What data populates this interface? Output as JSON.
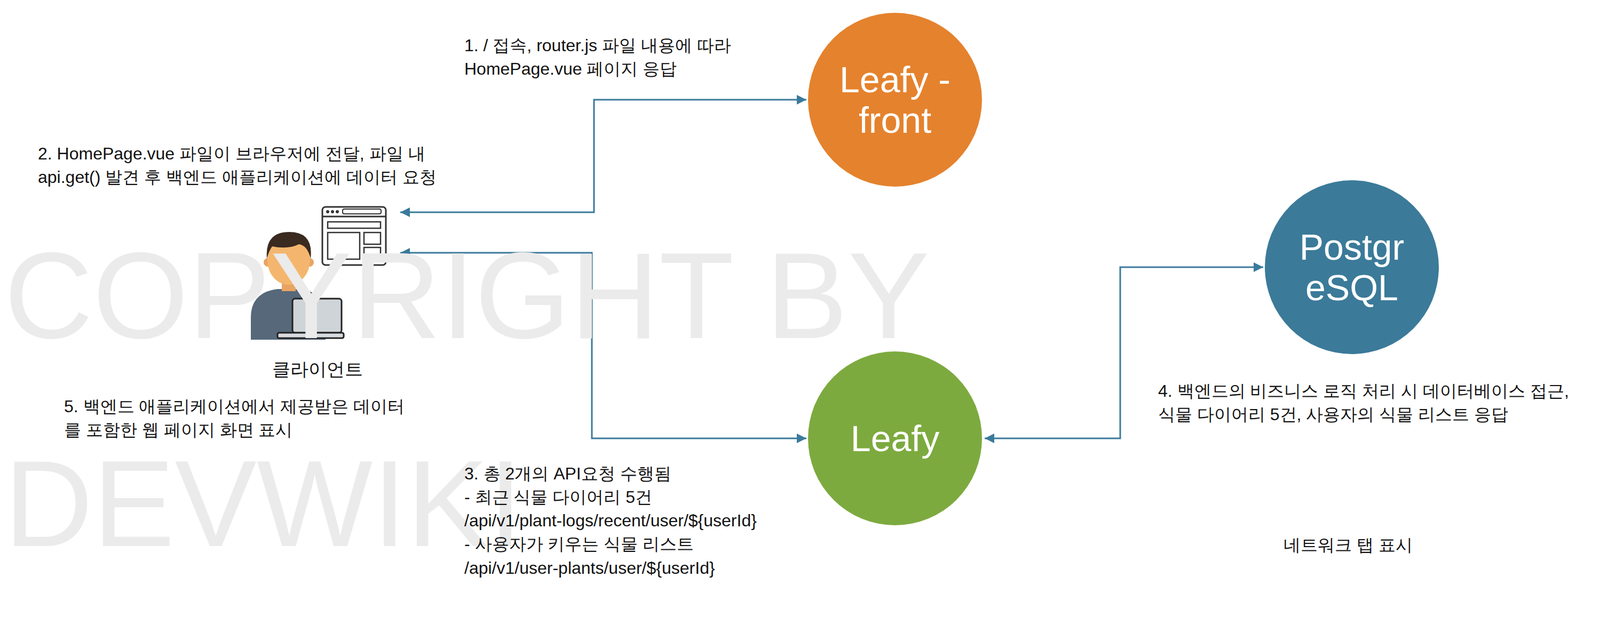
{
  "diagram": {
    "nodes": [
      {
        "text": [
          "클라이언트"
        ]
      },
      {
        "text": [
          "Leafy -front"
        ]
      },
      {
        "text": [
          "Leafy"
        ]
      },
      {
        "text": [
          "Postgr eSQL"
        ]
      }
    ],
    "edges": [
      {
        "from": 0,
        "to": 1,
        "arrow": "both"
      },
      {
        "from": 0,
        "to": 2,
        "arrow": "both"
      },
      {
        "from": 2,
        "to": 3,
        "arrow": "both"
      }
    ],
    "labels": [
      "1. / 접속, router.js 파일 내용에 따라 HomePage.vue 페이지 응답",
      "2. HomePage.vue 파일이 브라우저에 전달, 파일 내 api.get() 발견 후 백엔드 애플리케이션에 데이터 요청",
      "5. 백엔드 애플리케이션에서 제공받은 데이터를 포함한 웹 페이지 화면 표시",
      "3. 총 2개의 API요청 수행됨",
      "- 최근 식물 다이어리 5건",
      "/api/v1/plant-logs/recent/user/${userId}",
      "- 사용자가 키우는 식물 리스트",
      "/api/v1/user-plants/user/${userId}",
      "4. 백엔드의 비즈니스 로직 처리 시 데이터베이스 접근, 식물 다이어리 5건, 사용자의 식물 리스트 응답",
      "네트워크 탭 표시",
      "COPYRIGHT BY",
      "DEVWIKI"
    ]
  }
}
